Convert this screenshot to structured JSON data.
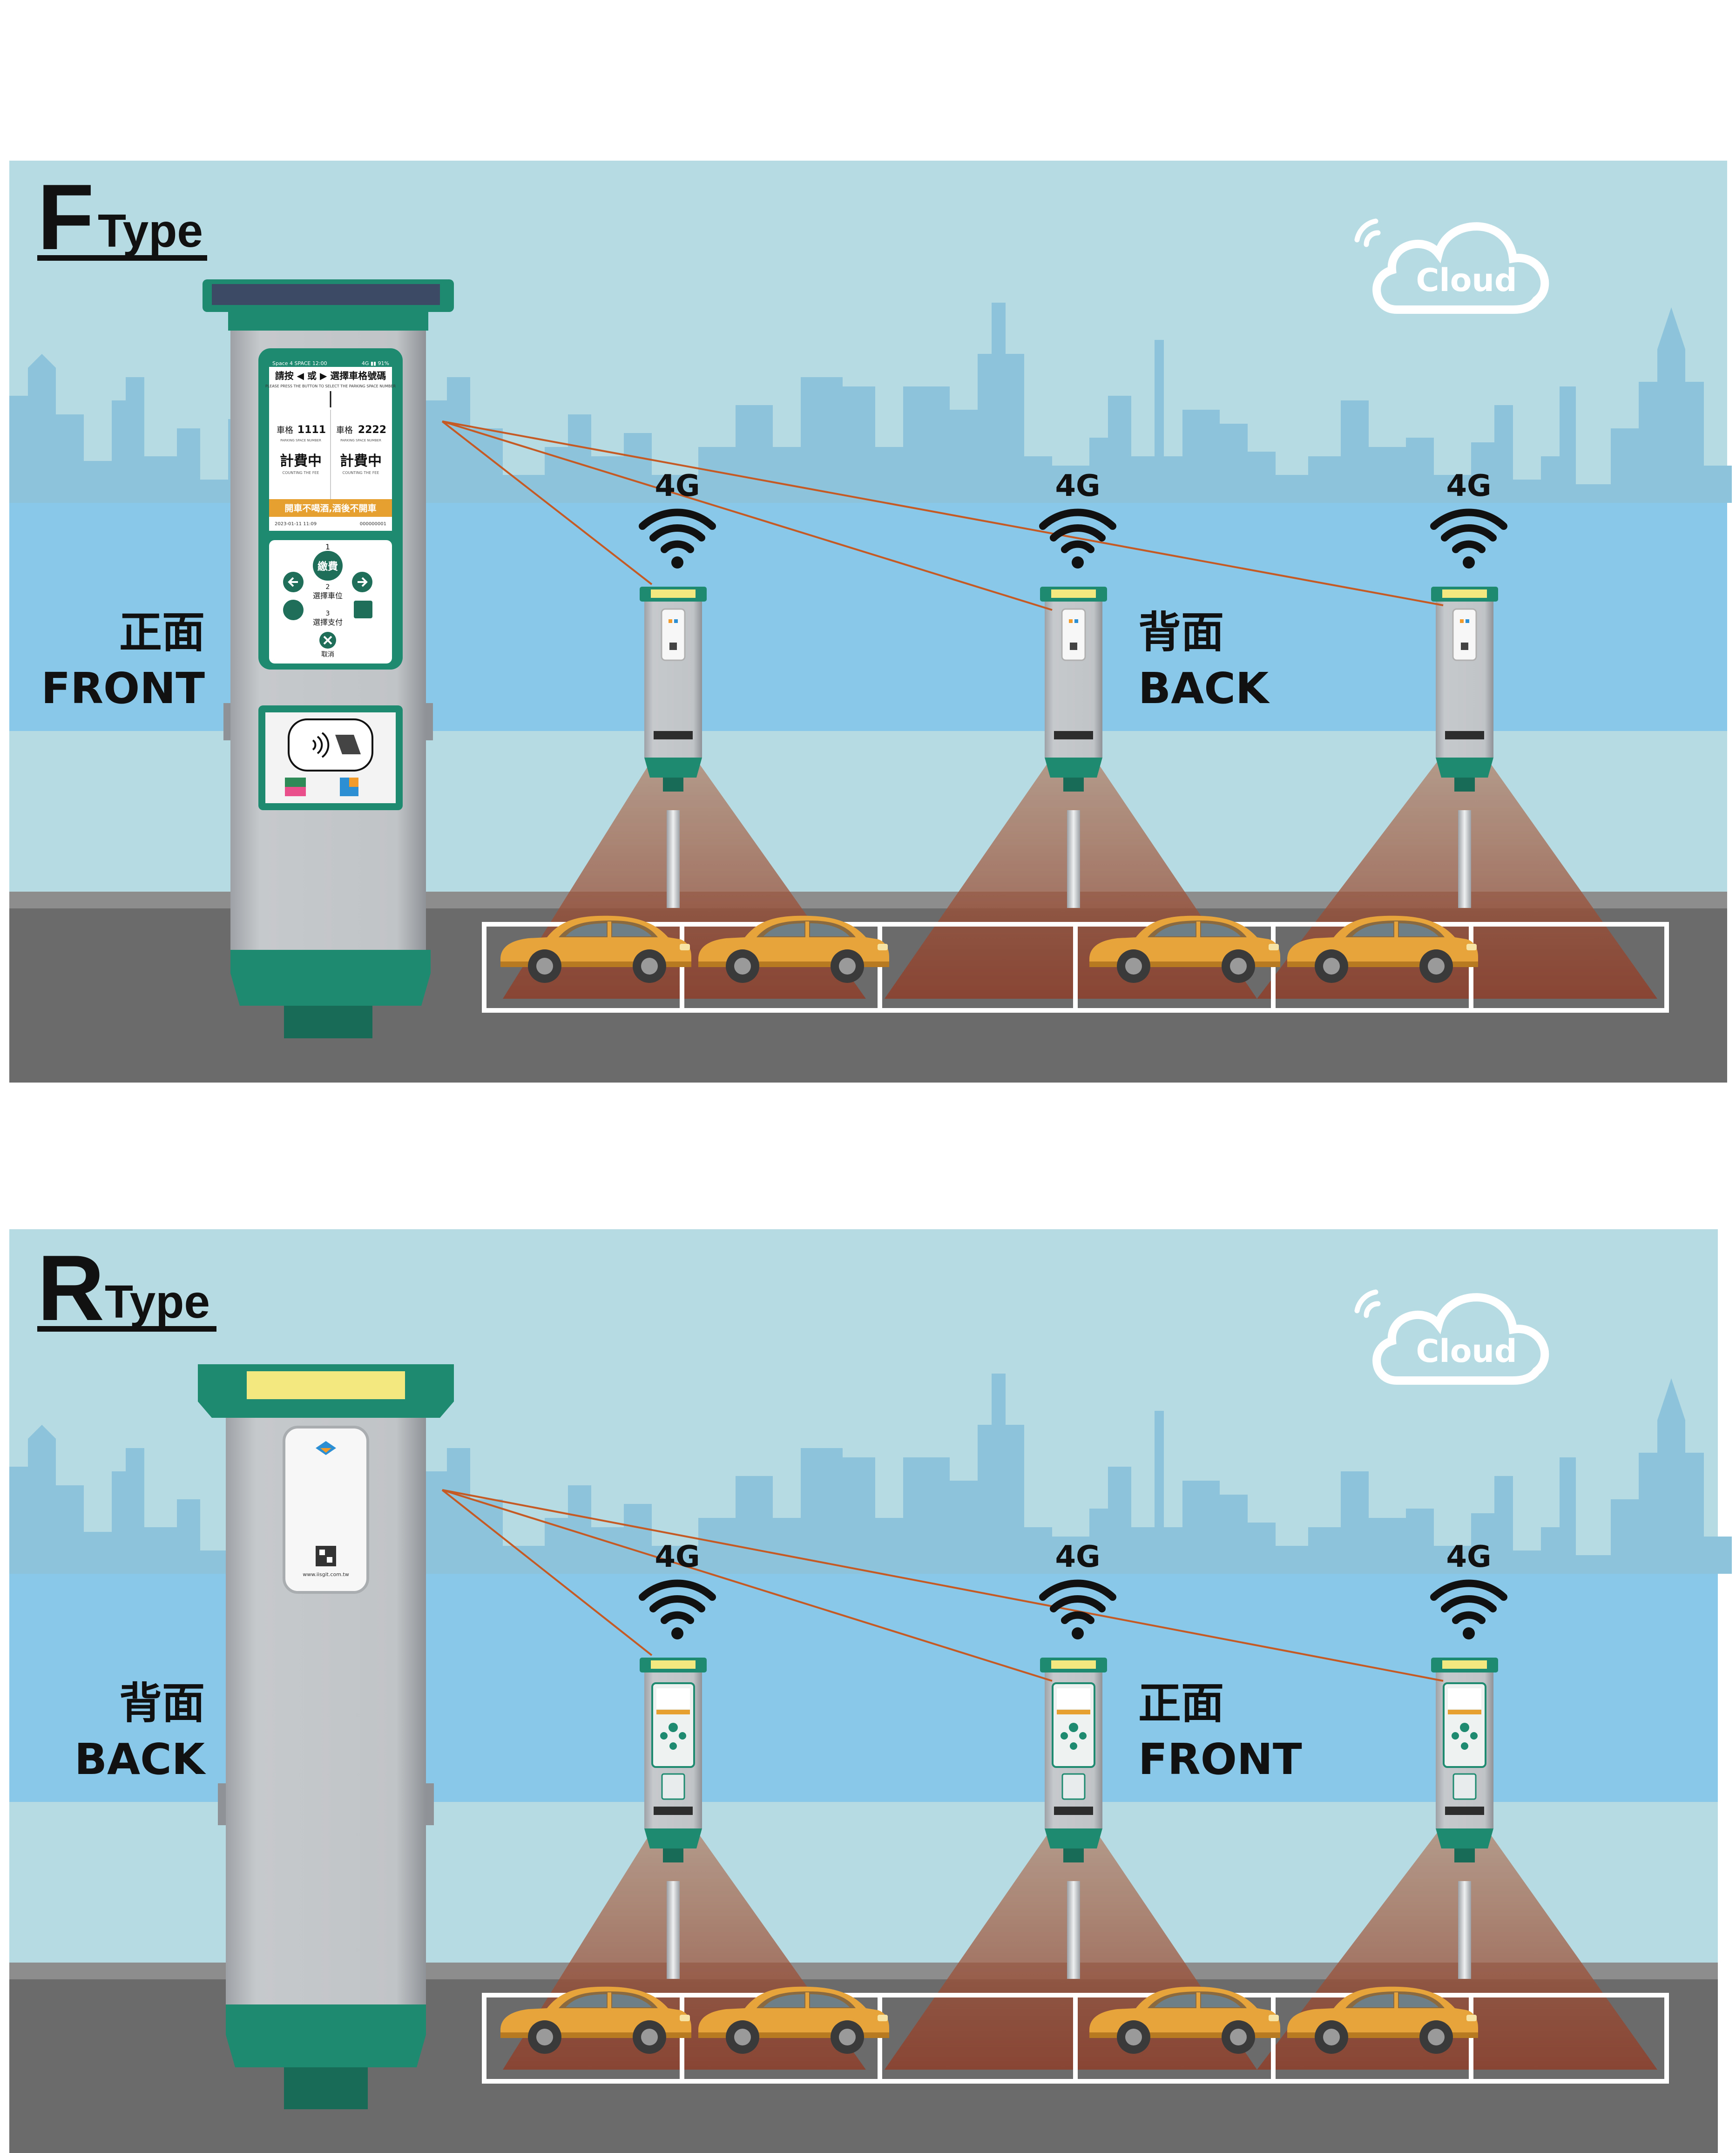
{
  "panels": [
    {
      "type_letter": "F",
      "type_word": "Type",
      "big_label": {
        "zh": "正面",
        "en": "FRONT"
      },
      "mid_label": {
        "zh": "背面",
        "en": "BACK"
      },
      "cloud_label": "Cloud",
      "network_label": "4G",
      "big_screen": {
        "status_left": "Space 4 SPACE 12:00",
        "status_right": "4G ▮▮ 91%",
        "instruction": "請按 ◀ 或 ▶ 選擇車格號碼",
        "instruction_en": "PLEASE PRESS THE BUTTON TO SELECT THE PARKING SPACE NUMBER",
        "slots": [
          {
            "label": "車格",
            "number": "1111",
            "sub": "PARKING SPACE NUMBER",
            "state": "計費中",
            "state_en": "COUNTING THE FEE"
          },
          {
            "label": "車格",
            "number": "2222",
            "sub": "PARKING SPACE NUMBER",
            "state": "計費中",
            "state_en": "COUNTING THE FEE"
          }
        ],
        "banner": "開車不喝酒,酒後不開車",
        "footer_left": "2023-01-11 11:09",
        "footer_right": "000000001"
      },
      "keypad": {
        "k1": "1",
        "pay": "繳費",
        "k2": "2",
        "select_slot": "選擇車位",
        "k3": "3",
        "select_pay": "選擇支付",
        "cancel": "取消"
      }
    },
    {
      "type_letter": "R",
      "type_word": "Type",
      "big_label": {
        "zh": "背面",
        "en": "BACK"
      },
      "mid_label": {
        "zh": "正面",
        "en": "FRONT"
      },
      "cloud_label": "Cloud",
      "network_label": "4G",
      "website": "www.iisgit.com.tw"
    }
  ],
  "colors": {
    "sky": "#b6dbe3",
    "skyline": "#8dc4dc",
    "band": "#89c8e8",
    "road": "#6b6b6b",
    "road_edge": "#8d8d8d",
    "teal": "#1e8a70",
    "teal_dark": "#176b57",
    "body_gray": "#b9bcbf",
    "car": "#e7a43a",
    "beam": "#b5714f",
    "link": "#c65a24"
  }
}
